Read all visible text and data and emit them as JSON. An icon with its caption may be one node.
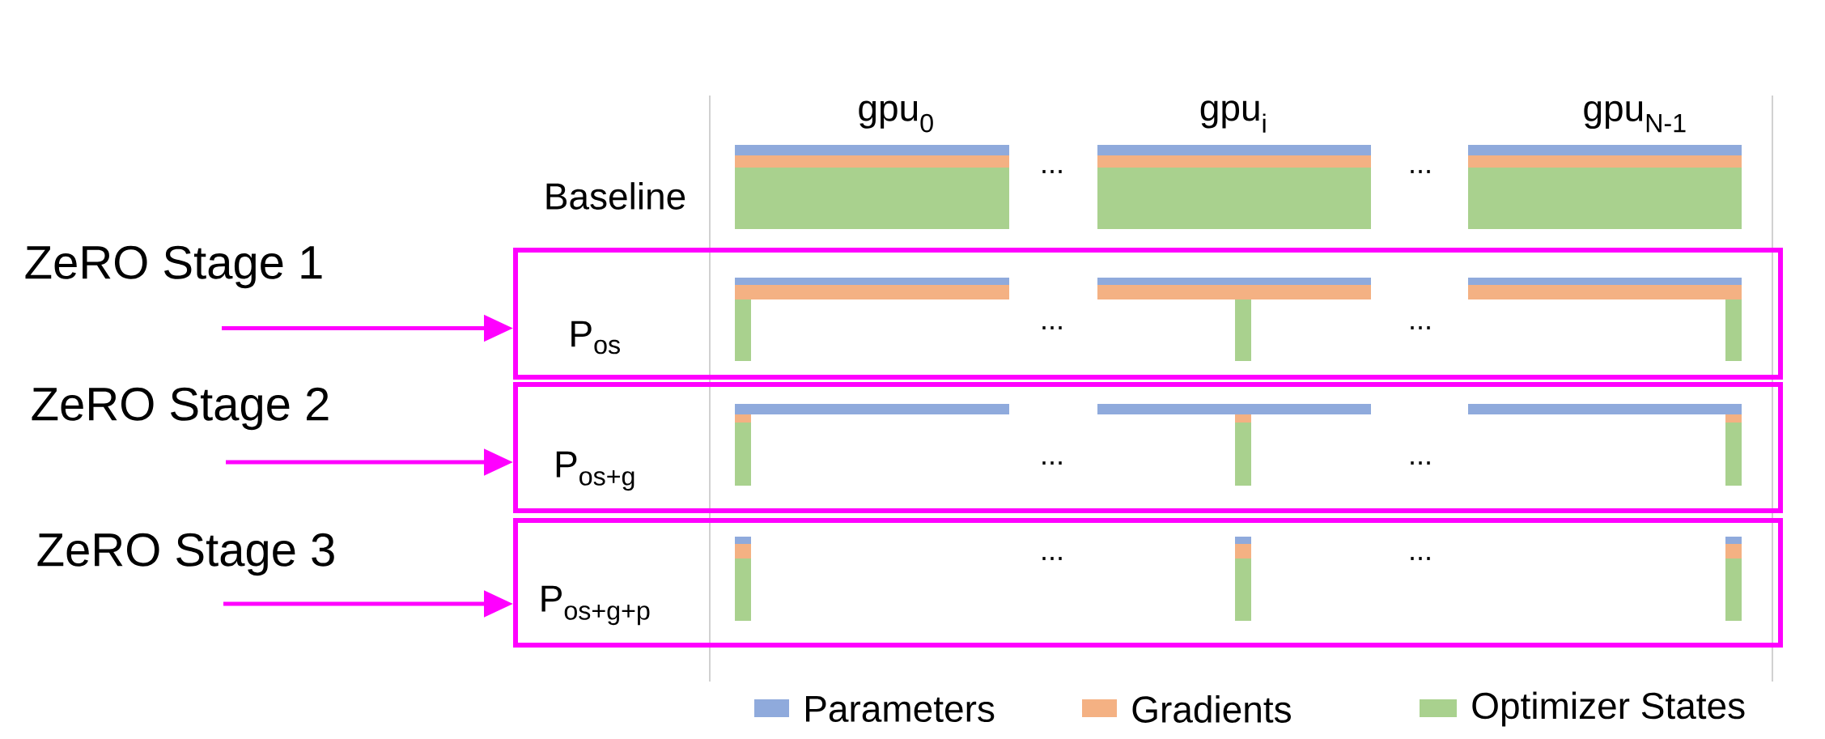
{
  "diagram": {
    "nodes": [
      {
        "text": [
          "P$_{os}$"
        ]
      },
      {
        "text": [
          "P$_{os+g}$"
        ]
      },
      {
        "text": [
          "P$_{os+g+p}$"
        ]
      }
    ],
    "edges": [
      {
        "from": null,
        "to": 0,
        "arrow": "to",
        "label": "ZeRO Stage 1"
      },
      {
        "from": null,
        "to": 1,
        "arrow": "to",
        "label": "ZeRO Stage 2"
      },
      {
        "from": null,
        "to": 2,
        "arrow": "to",
        "label": "ZeRO Stage 3"
      }
    ],
    "labels": [
      "gpu$_{0}$",
      "gpu$_{i}$",
      "gpu$_{N-1}$",
      "Baseline",
      "...",
      "...",
      "...",
      "...",
      "...",
      "...",
      "...",
      "..."
    ],
    "legend": [
      {
        "text": "Parameters",
        "color": "#8faadc"
      },
      {
        "text": "Gradients",
        "color": "#f4b183"
      },
      {
        "text": "Optimizer States",
        "color": "#a9d18e"
      }
    ]
  }
}
